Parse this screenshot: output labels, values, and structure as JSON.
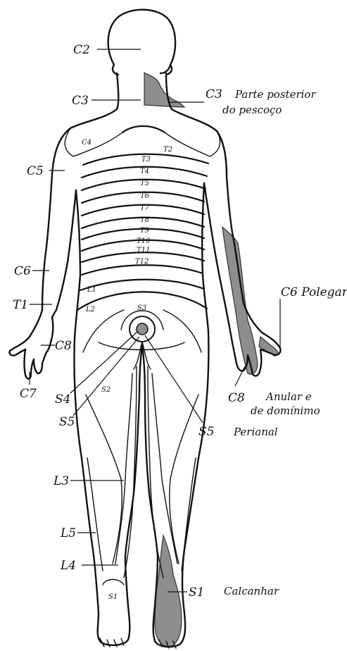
{
  "labels": {
    "c2": "C2",
    "c3_left": "C3",
    "c3_right": "C3",
    "c3_note_1": "Parte posterior",
    "c3_note_2": "do pescoço",
    "c4": "C4",
    "t2": "T2",
    "c5": "C5",
    "t3": "T3",
    "t4": "T4",
    "t5": "T5",
    "t6": "T6",
    "t7": "T7",
    "t8": "T8",
    "t9": "T9",
    "t10": "T10",
    "t11": "T11",
    "t12": "T12",
    "l1": "L1",
    "l2": "L2",
    "c6_left": "C6",
    "t1": "T1",
    "c8_left": "C8",
    "c7": "C7",
    "c6_right": "C6 Polegar",
    "s3": "S3",
    "s4": "S4",
    "s2": "S2",
    "s5_left": "S5",
    "s5_right": "S5",
    "perianal": "Perianal",
    "c8_right": "C8",
    "anular_1": "Anular e",
    "anular_2": "de domínimo",
    "l3": "L3",
    "l5": "L5",
    "l4": "L4",
    "s1_heel": "S1",
    "s1_right": "S1",
    "calcanhar": "Calcanhar"
  },
  "colors": {
    "line": "#111111",
    "shade": "#8e8e8e",
    "background": "#ffffff"
  }
}
